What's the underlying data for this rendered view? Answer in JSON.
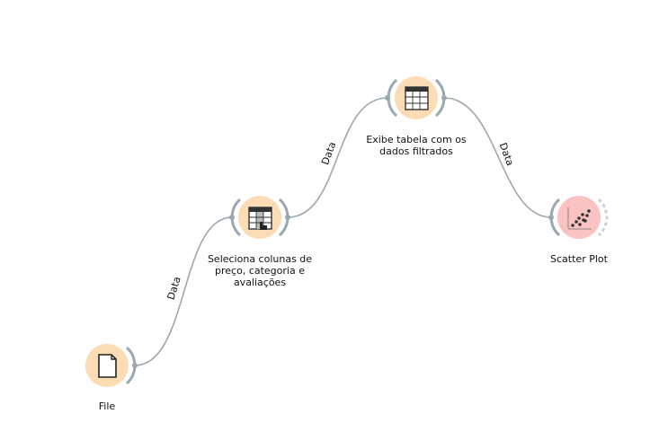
{
  "nodes": [
    {
      "id": "file",
      "title": "File",
      "kind": "file",
      "icon": "document-icon",
      "color": "#fcdcb4"
    },
    {
      "id": "select-columns",
      "title": "Seleciona colunas de preço, categoria e avaliações",
      "kind": "select-columns",
      "icon": "table-cursor-icon",
      "color": "#fcdcb4"
    },
    {
      "id": "data-table",
      "title": "Exibe tabela com os dados filtrados",
      "kind": "data-table",
      "icon": "table-icon",
      "color": "#fcdcb4"
    },
    {
      "id": "scatter-plot",
      "title": "Scatter Plot",
      "kind": "scatter-plot",
      "icon": "scatter-plot-icon",
      "color": "#fbc2c2"
    }
  ],
  "links": [
    {
      "from": "file",
      "to": "select-columns",
      "label": "Data"
    },
    {
      "from": "select-columns",
      "to": "data-table",
      "label": "Data"
    },
    {
      "from": "data-table",
      "to": "scatter-plot",
      "label": "Data"
    }
  ],
  "colors": {
    "link": "#9ba8b0",
    "connector": "#9ba8b0",
    "scatter_connector_dashed": "#d0d0d0"
  }
}
